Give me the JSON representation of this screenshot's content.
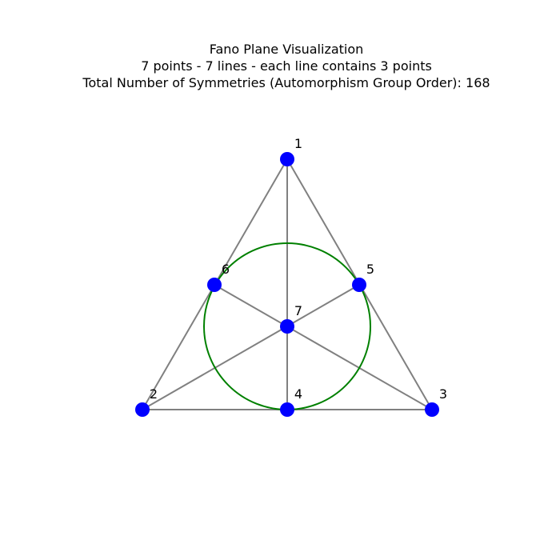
{
  "title": {
    "line1": "Fano Plane Visualization",
    "line2": "7 points - 7 lines - each line contains 3 points",
    "line3": "Total Number of Symmetries (Automorphism Group Order): 168"
  },
  "colors": {
    "point": "#0000ff",
    "line": "#808080",
    "circle": "#008000",
    "text": "#000000"
  },
  "points": [
    {
      "id": "1",
      "label": "1"
    },
    {
      "id": "2",
      "label": "2"
    },
    {
      "id": "3",
      "label": "3"
    },
    {
      "id": "4",
      "label": "4"
    },
    {
      "id": "5",
      "label": "5"
    },
    {
      "id": "6",
      "label": "6"
    },
    {
      "id": "7",
      "label": "7"
    }
  ],
  "straight_lines": [
    [
      "1",
      "2"
    ],
    [
      "1",
      "3"
    ],
    [
      "2",
      "3"
    ],
    [
      "1",
      "4"
    ],
    [
      "2",
      "5"
    ],
    [
      "3",
      "6"
    ]
  ],
  "circle_line": [
    "4",
    "5",
    "6"
  ]
}
